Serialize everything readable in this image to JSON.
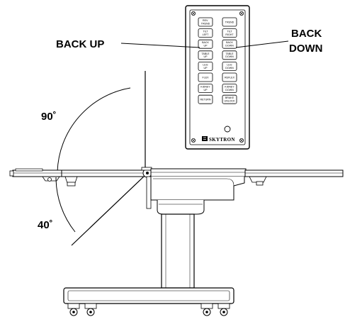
{
  "labels": {
    "back_up": "BACK UP",
    "back_down_line1": "BACK",
    "back_down_line2": "DOWN",
    "angle_90": "90˚",
    "angle_40": "40˚"
  },
  "pendant": {
    "brand": "SKYTRON",
    "left_buttons": [
      [
        "REV.",
        "TREND"
      ],
      [
        "TILT",
        "LEFT"
      ],
      [
        "BACK",
        "UP"
      ],
      [
        "TABLE",
        "UP"
      ],
      [
        "LEG",
        "UP"
      ],
      [
        "FLEX"
      ],
      [
        "KIDNEY",
        "UP"
      ],
      [
        "RETURN"
      ]
    ],
    "right_buttons": [
      [
        "TREND"
      ],
      [
        "TILT",
        "RIGHT"
      ],
      [
        "BACK",
        "DOWN"
      ],
      [
        "TABLE",
        "DOWN"
      ],
      [
        "LEG",
        "DOWN"
      ],
      [
        "REFLEX"
      ],
      [
        "KIDNEY",
        "DOWN"
      ],
      [
        "BRAKE",
        "UNLOCK"
      ]
    ]
  }
}
